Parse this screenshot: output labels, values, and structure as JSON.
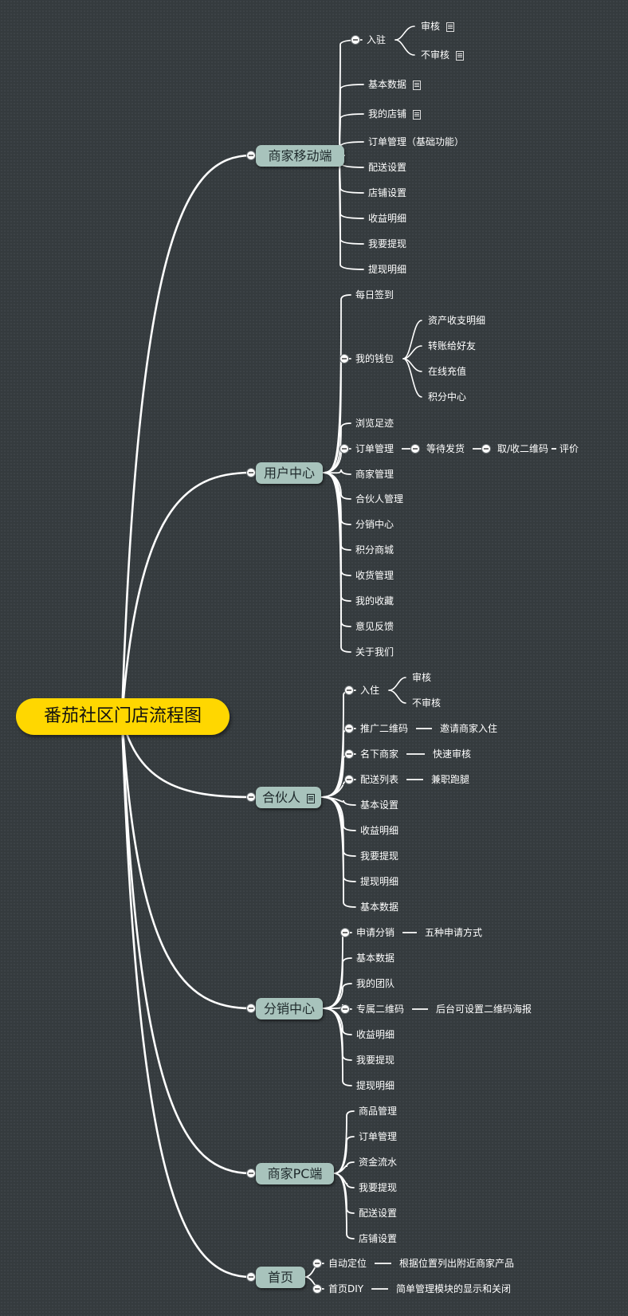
{
  "root": "番茄社区门店流程图",
  "branches": [
    {
      "label": "商家移动端",
      "items": [
        {
          "label": "入驻",
          "children": [
            {
              "label": "审核",
              "note": true
            },
            {
              "label": "不审核",
              "note": true
            }
          ]
        },
        {
          "label": "基本数据",
          "note": true
        },
        {
          "label": "我的店铺",
          "note": true
        },
        {
          "label": "订单管理（基础功能）"
        },
        {
          "label": "配送设置"
        },
        {
          "label": "店铺设置"
        },
        {
          "label": "收益明细"
        },
        {
          "label": "我要提现"
        },
        {
          "label": "提现明细"
        }
      ]
    },
    {
      "label": "用户中心",
      "items": [
        {
          "label": "每日签到"
        },
        {
          "label": "我的钱包",
          "children": [
            {
              "label": "资产收支明细"
            },
            {
              "label": "转账给好友"
            },
            {
              "label": "在线充值"
            },
            {
              "label": "积分中心"
            }
          ]
        },
        {
          "label": "浏览足迹"
        },
        {
          "label": "订单管理",
          "chain": [
            "等待发货",
            "取/收二维码",
            "评价"
          ]
        },
        {
          "label": "商家管理"
        },
        {
          "label": "合伙人管理"
        },
        {
          "label": "分销中心"
        },
        {
          "label": "积分商城"
        },
        {
          "label": "收货管理"
        },
        {
          "label": "我的收藏"
        },
        {
          "label": "意见反馈"
        },
        {
          "label": "关于我们"
        }
      ]
    },
    {
      "label": "合伙人",
      "note": true,
      "items": [
        {
          "label": "入住",
          "children": [
            {
              "label": "审核"
            },
            {
              "label": "不审核"
            }
          ]
        },
        {
          "label": "推广二维码",
          "chain": [
            "邀请商家入住"
          ]
        },
        {
          "label": "名下商家",
          "chain": [
            "快速审核"
          ]
        },
        {
          "label": "配送列表",
          "chain": [
            "兼职跑腿"
          ]
        },
        {
          "label": "基本设置"
        },
        {
          "label": "收益明细"
        },
        {
          "label": "我要提现"
        },
        {
          "label": "提现明细"
        },
        {
          "label": "基本数据"
        }
      ]
    },
    {
      "label": "分销中心",
      "items": [
        {
          "label": "申请分销",
          "chain": [
            "五种申请方式"
          ]
        },
        {
          "label": "基本数据"
        },
        {
          "label": "我的团队"
        },
        {
          "label": "专属二维码",
          "chain": [
            "后台可设置二维码海报"
          ]
        },
        {
          "label": "收益明细"
        },
        {
          "label": "我要提现"
        },
        {
          "label": "提现明细"
        }
      ]
    },
    {
      "label": "商家PC端",
      "items": [
        {
          "label": "商品管理"
        },
        {
          "label": "订单管理"
        },
        {
          "label": "资金流水"
        },
        {
          "label": "我要提现"
        },
        {
          "label": "配送设置"
        },
        {
          "label": "店铺设置"
        }
      ]
    },
    {
      "label": "首页",
      "items": [
        {
          "label": "自动定位",
          "chain": [
            "根据位置列出附近商家产品"
          ]
        },
        {
          "label": "首页DIY",
          "chain": [
            "简单管理模块的显示和关闭"
          ]
        }
      ]
    }
  ],
  "colors": {
    "background": "#353b3e",
    "root_fill": "#ffd700",
    "branch_fill": "#a8c3bc",
    "connector": "#ffffff",
    "text_light": "#ffffff"
  }
}
